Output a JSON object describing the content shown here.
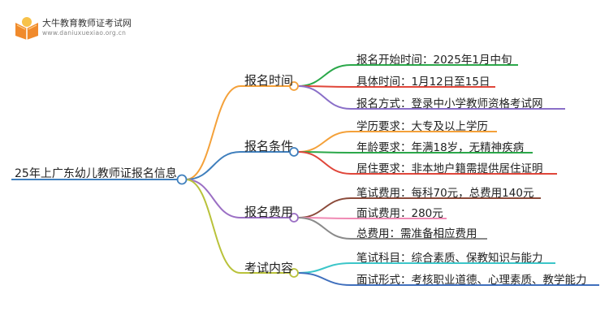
{
  "logo": {
    "title": "大牛教育教师证考试网",
    "url": "www.daniuxuexiao.org.cn",
    "icon": "open-book-icon"
  },
  "mindmap": {
    "root": "25年上广东幼儿教师证报名信息",
    "branches": [
      {
        "label": "报名时间",
        "color": "#f4a13a",
        "leaves": [
          {
            "text": "报名开始时间：2025年1月中旬",
            "color": "#2ba84a"
          },
          {
            "text": "具体时间：1月12日至15日",
            "color": "#e0463a"
          },
          {
            "text": "报名方式：登录中小学教师资格考试网",
            "color": "#8a6fc8"
          }
        ]
      },
      {
        "label": "报名条件",
        "color": "#3f7fbd",
        "leaves": [
          {
            "text": "学历要求：大专及以上学历",
            "color": "#f4a13a"
          },
          {
            "text": "年龄要求：年满18岁，无精神疾病",
            "color": "#2ba84a"
          },
          {
            "text": "居住要求：非本地户籍需提供居住证明",
            "color": "#e0463a"
          }
        ]
      },
      {
        "label": "报名费用",
        "color": "#9b6fc4",
        "leaves": [
          {
            "text": "笔试费用：每科70元，总费用140元",
            "color": "#8b4a3a"
          },
          {
            "text": "面试费用：280元",
            "color": "#f08ab4"
          },
          {
            "text": "总费用：需准备相应费用",
            "color": "#8a8a8a"
          }
        ]
      },
      {
        "label": "考试内容",
        "color": "#b9c23a",
        "leaves": [
          {
            "text": "笔试科目：综合素质、保教知识与能力",
            "color": "#3cc6c9"
          },
          {
            "text": "面试形式：考核职业道德、心理素质、教学能力",
            "color": "#3f6fbd"
          }
        ]
      }
    ]
  }
}
